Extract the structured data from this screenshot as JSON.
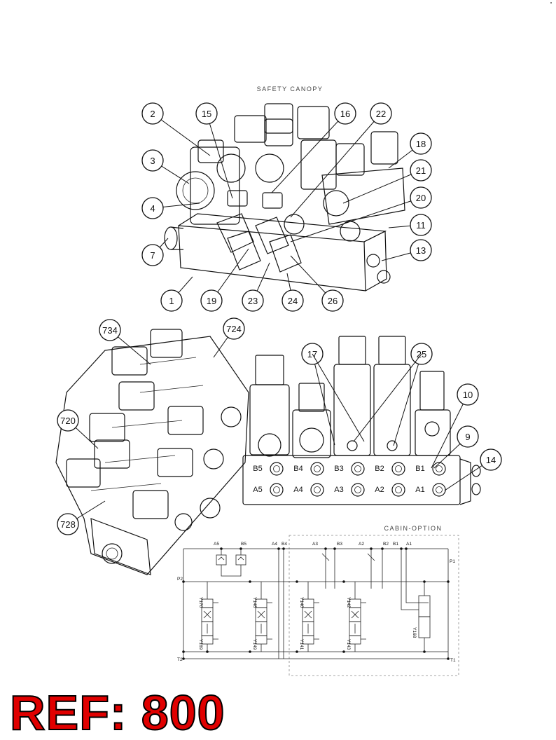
{
  "titles": {
    "top": "SAFETY CANOPY",
    "cabin_option": "CABIN-OPTION"
  },
  "callouts_top": [
    "2",
    "15",
    "16",
    "22",
    "18",
    "3",
    "21",
    "4",
    "20",
    "11",
    "7",
    "13",
    "1",
    "19",
    "23",
    "24",
    "26"
  ],
  "callouts_mid": [
    "734",
    "724",
    "720",
    "728",
    "17",
    "25",
    "10",
    "9",
    "14"
  ],
  "ports_top_row": [
    "B5",
    "B4",
    "B3",
    "B2",
    "B1"
  ],
  "ports_bottom_row": [
    "A5",
    "A4",
    "A3",
    "A2",
    "A1"
  ],
  "schematic": {
    "port_labels": [
      "A5",
      "B5",
      "A4",
      "B4",
      "A3",
      "B3",
      "A2",
      "B2",
      "B1",
      "A1"
    ],
    "line_labels": {
      "p1": "P1",
      "p2": "P2",
      "t1": "T1",
      "t2": "T2"
    },
    "valves": [
      "Y170",
      "Y169",
      "Y148",
      "Y149",
      "Y140",
      "Y141",
      "Y142",
      "Y143",
      "Y168"
    ]
  },
  "reference": "REF: 800",
  "colors": {
    "ref_text": "#e00000",
    "line": "#111111",
    "dashed_box": "#888888"
  }
}
